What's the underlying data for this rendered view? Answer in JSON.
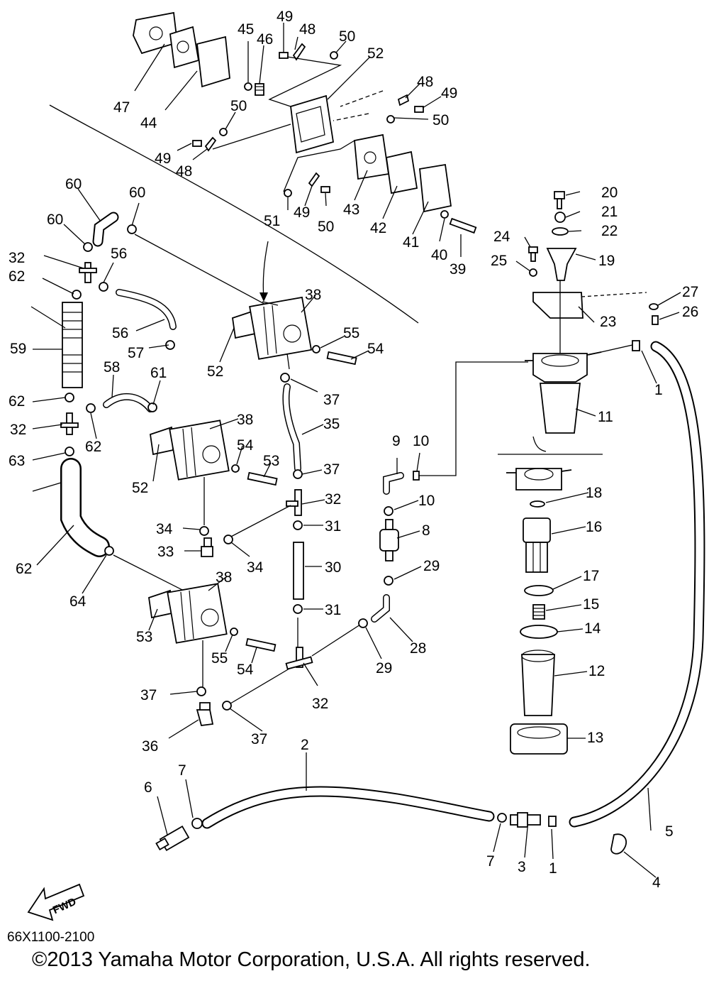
{
  "drawing_code": "66X1100-2100",
  "copyright": "©2013 Yamaha Motor Corporation, U.S.A. All rights reserved.",
  "fwd_label": "FWD",
  "callouts": [
    "1",
    "1",
    "2",
    "3",
    "4",
    "5",
    "6",
    "7",
    "7",
    "8",
    "9",
    "10",
    "10",
    "11",
    "12",
    "13",
    "14",
    "15",
    "16",
    "17",
    "18",
    "19",
    "20",
    "21",
    "22",
    "23",
    "24",
    "25",
    "26",
    "27",
    "28",
    "29",
    "29",
    "30",
    "31",
    "31",
    "32",
    "32",
    "32",
    "32",
    "33",
    "34",
    "34",
    "35",
    "36",
    "37",
    "37",
    "37",
    "37",
    "38",
    "38",
    "38",
    "39",
    "40",
    "41",
    "42",
    "43",
    "44",
    "45",
    "46",
    "47",
    "48",
    "48",
    "48",
    "49",
    "49",
    "49",
    "49",
    "50",
    "50",
    "50",
    "50",
    "51",
    "52",
    "52",
    "52",
    "53",
    "53",
    "54",
    "54",
    "54",
    "55",
    "55",
    "56",
    "56",
    "57",
    "58",
    "59",
    "60",
    "60",
    "60",
    "61",
    "62",
    "62",
    "62",
    "62",
    "63",
    "64"
  ],
  "colors": {
    "ink": "#000000",
    "paper": "#ffffff"
  }
}
